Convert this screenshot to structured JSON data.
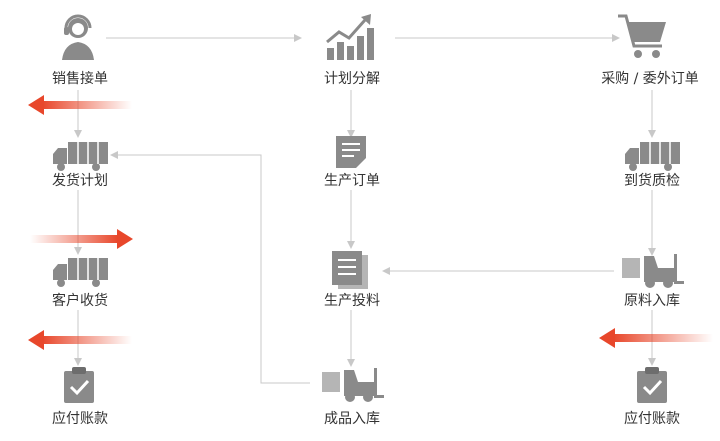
{
  "colors": {
    "icon": "#8a8a8a",
    "line": "#c8c8c8",
    "arrow_strong": "#e8472b",
    "arrow_fade": "#ffffff"
  },
  "nodes": {
    "sales_order": {
      "label": "销售接单",
      "icon": "customer-service-agent-icon"
    },
    "plan_split": {
      "label": "计划分解",
      "icon": "growth-chart-icon"
    },
    "purchase_order": {
      "label": "采购 / 委外订单",
      "icon": "shopping-cart-icon"
    },
    "ship_plan": {
      "label": "发货计划",
      "icon": "delivery-truck-icon"
    },
    "production_order": {
      "label": "生产订单",
      "icon": "document-icon"
    },
    "arrival_inspection": {
      "label": "到货质检",
      "icon": "delivery-truck-icon"
    },
    "customer_receipt": {
      "label": "客户收货",
      "icon": "delivery-truck-icon"
    },
    "production_feed": {
      "label": "生产投料",
      "icon": "stacked-documents-icon"
    },
    "raw_material_storage": {
      "label": "原料入库",
      "icon": "forklift-icon"
    },
    "accounts_payable_left": {
      "label": "应付账款",
      "icon": "clipboard-check-icon"
    },
    "finished_goods_storage": {
      "label": "成品入库",
      "icon": "forklift-icon"
    },
    "accounts_payable_right": {
      "label": "应付账款",
      "icon": "clipboard-check-icon"
    }
  },
  "flow_arrows": [
    "left",
    "right",
    "left",
    "left"
  ]
}
